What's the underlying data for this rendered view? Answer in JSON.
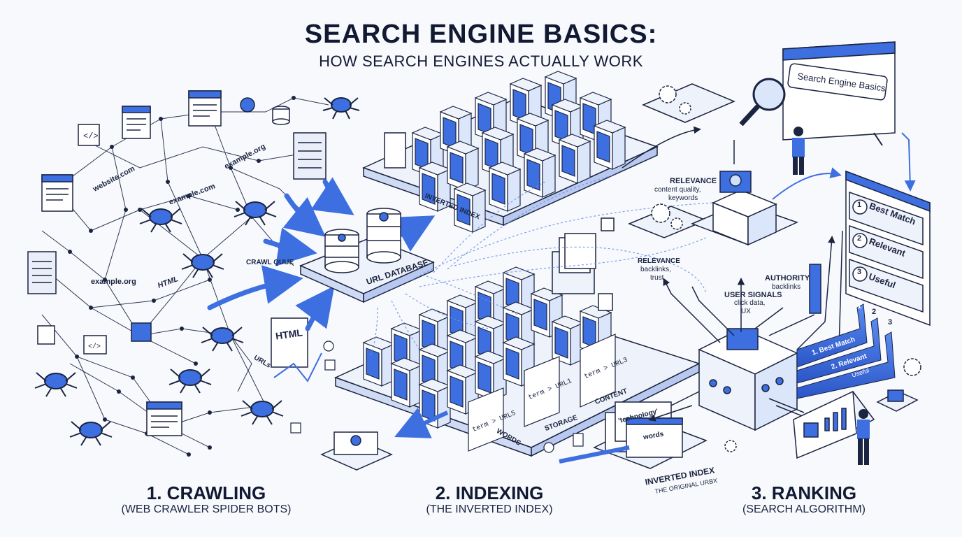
{
  "header": {
    "title": "SEARCH ENGINE BASICS:",
    "subtitle": "HOW SEARCH ENGINES ACTUALLY WORK"
  },
  "stages": {
    "crawling": {
      "title": "1. CRAWLING",
      "subtitle": "(WEB CRAWLER SPIDER BOTS)"
    },
    "indexing": {
      "title": "2. INDEXING",
      "subtitle": "(THE INVERTED INDEX)"
    },
    "ranking": {
      "title": "3. RANKING",
      "subtitle": "(SEARCH ALGORITHM)"
    }
  },
  "crawl": {
    "site1": "website.com",
    "site2": "example.com",
    "site3": "example.org",
    "site4": "example.org",
    "html1": "HTML",
    "html2": "HTML",
    "urls": "URLs",
    "queue": "CRAWL QUUE",
    "url_db": "URL DATABASE"
  },
  "index": {
    "top_label": "INVERTED INDEX",
    "words": "WORDS",
    "storage": "STORAGE",
    "content": "CONTENT",
    "rows": [
      "term > URL1",
      "term > URL3",
      "term > URL5"
    ],
    "doc_word1": "'technology'",
    "doc_word2": "words",
    "inv_title": "INVERTED INDEX",
    "inv_sub": "THE ORIGINAL URBX"
  },
  "rank": {
    "search_query": "Search Engine Basics",
    "relevance_title": "RELEVANCE",
    "relevance_sub1": "content quality,",
    "relevance_sub2": "keywords",
    "relevance2_title": "RELEVANCE",
    "relevance2_sub1": "backlinks,",
    "relevance2_sub2": "trust",
    "authority_title": "AUTHORITY",
    "authority_sub": "backlinks",
    "signals_title": "USER SIGNALS",
    "signals_sub1": "click data,",
    "signals_sub2": "UX",
    "results": [
      {
        "num": "1",
        "label": "Best Match"
      },
      {
        "num": "2",
        "label": "Relevant"
      },
      {
        "num": "3",
        "label": "Useful"
      }
    ],
    "ribbon1": "1. Best Match",
    "ribbon2": "2. Relevant",
    "ribbon3": "Useful",
    "ribbon_nums": [
      "1",
      "2",
      "3"
    ]
  },
  "colors": {
    "accent": "#3d6fe0",
    "dark": "#1b2440",
    "light_blue": "#dbe6fb",
    "panel": "#eef2fa"
  }
}
